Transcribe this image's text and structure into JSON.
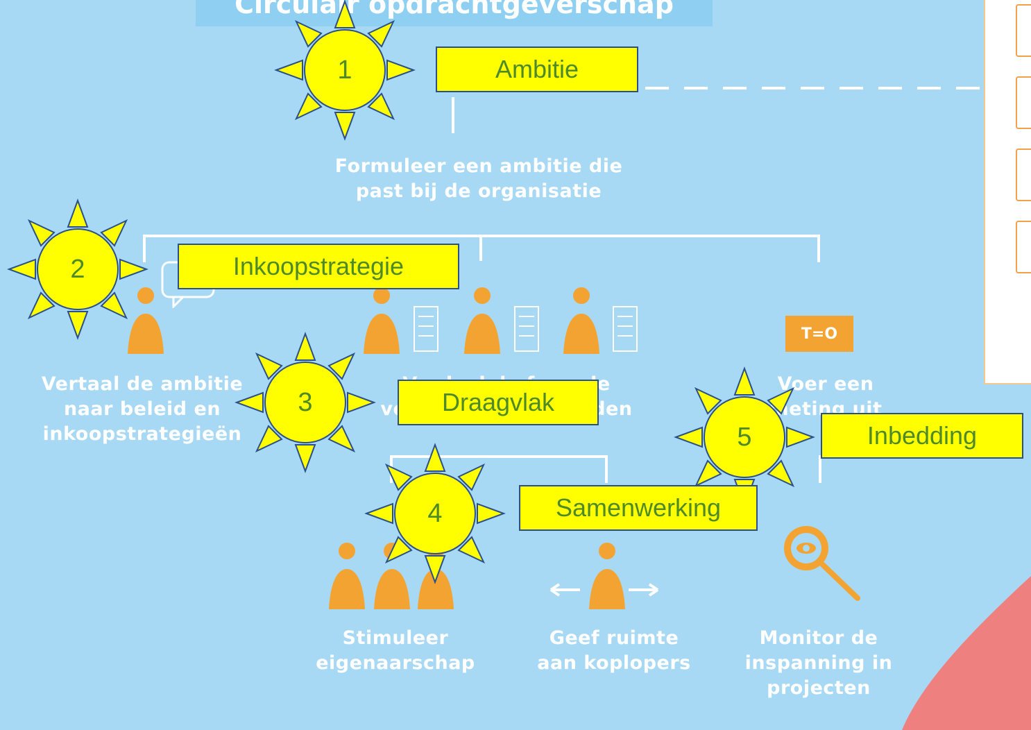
{
  "title": "Circulair opdrachtgeverschap",
  "steps": {
    "formuleer": [
      "Formuleer een ambitie die",
      "past bij de organisatie"
    ],
    "vertaal": [
      "Vertaal de ambitie",
      "naar beleid en",
      "inkoopstrategieën"
    ],
    "verdeel": [
      "Verdeel de formele",
      "verantwoordelijkheden"
    ],
    "voer": [
      "Voer een",
      "meting uit"
    ],
    "stimuleer": [
      "Stimuleer",
      "eigenaarschap"
    ],
    "geef": [
      "Geef ruimte",
      "aan koplopers"
    ],
    "monitor": [
      "Monitor de",
      "inspanning in",
      "projecten"
    ]
  },
  "t_zero_label": "T=O",
  "suns": [
    {
      "number": "1",
      "label": "Ambitie"
    },
    {
      "number": "2",
      "label": "Inkoopstrategie"
    },
    {
      "number": "3",
      "label": "Draagvlak"
    },
    {
      "number": "4",
      "label": "Samenwerking"
    },
    {
      "number": "5",
      "label": "Inbedding"
    }
  ],
  "colors": {
    "background": "#a7d8f4",
    "person": "#f3a332",
    "sun": "#ffff00",
    "sun_outline": "#2a4f8a",
    "label_text": "#4e8a2a",
    "corner": "#ef8080"
  }
}
